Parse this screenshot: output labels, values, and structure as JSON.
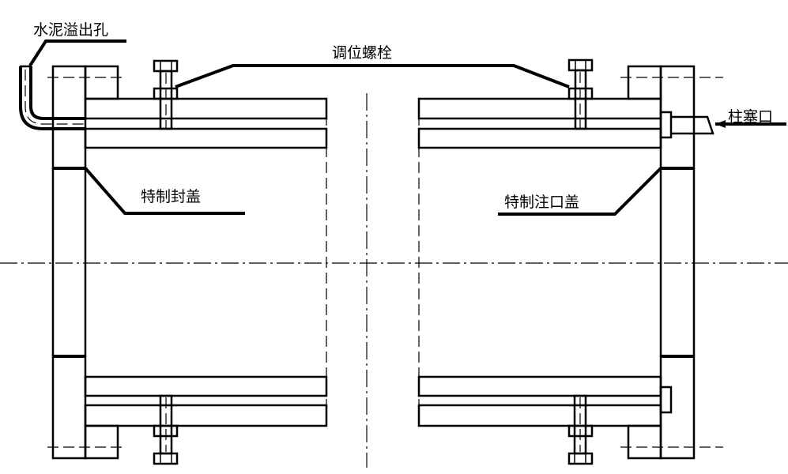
{
  "labels": {
    "overflow_hole": "水泥溢出孔",
    "adjusting_bolt": "调位螺栓",
    "special_cover": "特制封盖",
    "special_injection_cover": "特制注口盖",
    "plunger_port": "柱塞口"
  }
}
